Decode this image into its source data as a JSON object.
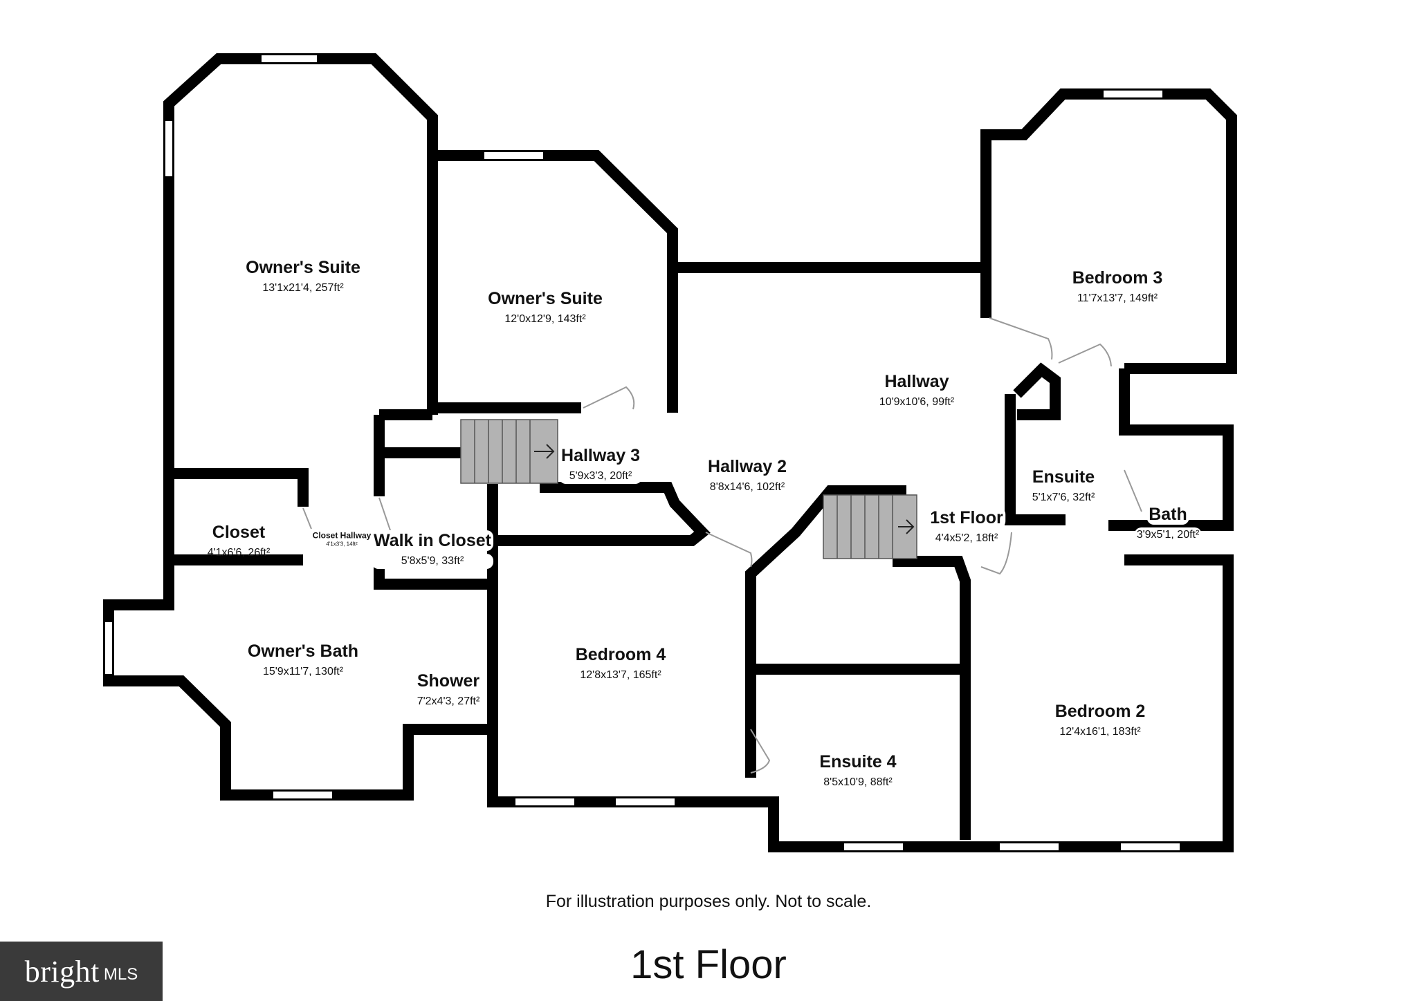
{
  "rooms": [
    {
      "name": "Owner's Suite",
      "dims": "13'1x21'4, 257ft²"
    },
    {
      "name": "Owner's Suite",
      "dims": "12'0x12'9, 143ft²"
    },
    {
      "name": "Hallway",
      "dims": "10'9x10'6, 99ft²"
    },
    {
      "name": "Bedroom 3",
      "dims": "11'7x13'7, 149ft²"
    },
    {
      "name": "Hallway 3",
      "dims": "5'9x3'3, 20ft²"
    },
    {
      "name": "Hallway 2",
      "dims": "8'8x14'6, 102ft²"
    },
    {
      "name": "Ensuite",
      "dims": "5'1x7'6, 32ft²"
    },
    {
      "name": "Closet",
      "dims": "4'1x6'6, 26ft²"
    },
    {
      "name": "Closet Hallway",
      "dims": "4'1x3'3, 14ft²"
    },
    {
      "name": "Walk in Closet",
      "dims": "5'8x5'9, 33ft²"
    },
    {
      "name": "1st Floor",
      "dims": "4'4x5'2, 18ft²"
    },
    {
      "name": "Bath",
      "dims": "3'9x5'1, 20ft²"
    },
    {
      "name": "Owner's Bath",
      "dims": "15'9x11'7, 130ft²"
    },
    {
      "name": "Bedroom 4",
      "dims": "12'8x13'7, 165ft²"
    },
    {
      "name": "Shower",
      "dims": "7'2x4'3, 27ft²"
    },
    {
      "name": "Bedroom 2",
      "dims": "12'4x16'1, 183ft²"
    },
    {
      "name": "Ensuite 4",
      "dims": "8'5x10'9, 88ft²"
    }
  ],
  "disclaimer": "For illustration purposes only. Not to scale.",
  "floor_title": "1st Floor",
  "logo": {
    "word": "bright",
    "suffix": "MLS"
  },
  "colors": {
    "wall": "#000000",
    "stairs": "#b3b3b3",
    "background": "#ffffff",
    "door": "#999999",
    "logo_bg": "#3a3a3a"
  }
}
